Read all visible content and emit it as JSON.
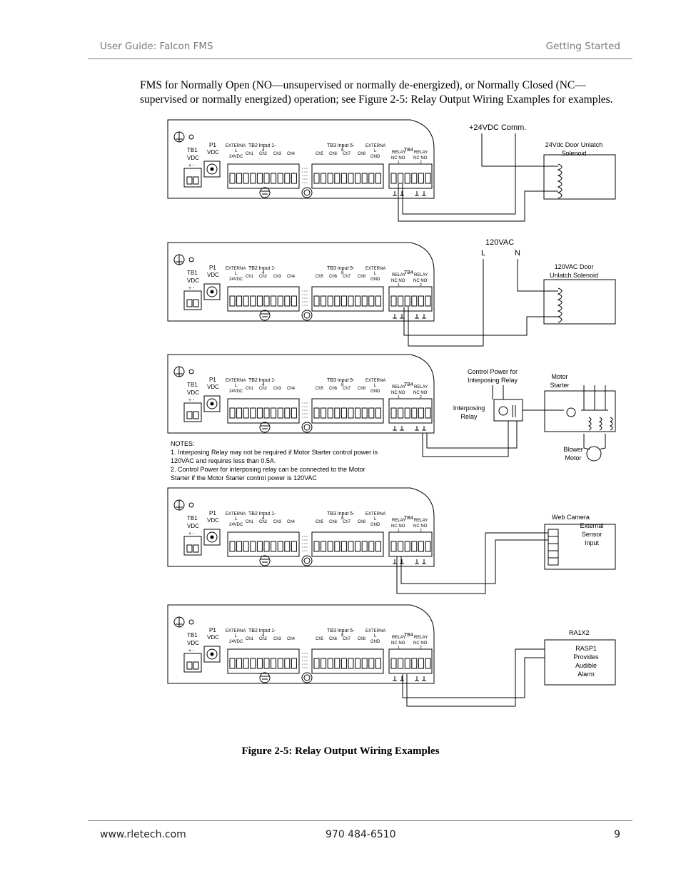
{
  "header": {
    "left": "User Guide: Falcon FMS",
    "right": "Getting Started"
  },
  "intro_text": "FMS for Normally Open (NO—unsupervised or normally de-energized), or Normally Closed (NC—supervised or normally energized) operation; see Figure 2-5: Relay Output Wiring Examples for examples.",
  "board_labels": {
    "tb1": "TB1",
    "vdc": "VDC",
    "p1": "P1",
    "plus_minus": "+  -",
    "external": "EXTERNA",
    "l": "L",
    "vdc24": "24VDC",
    "tb2": "TB2 Input 1-",
    "four": "4",
    "ch1": "Ch1",
    "ch2": "Ch2",
    "ch3": "Ch3",
    "ch4": "Ch4",
    "tb3": "TB3 Input 5-",
    "eight": "8",
    "ch5": "Ch5",
    "ch6": "Ch6",
    "ch7": "Ch7",
    "ch8": "Ch8",
    "gnd": "GND",
    "tb4": "TB4",
    "relay": "RELAY",
    "nc_no": "NC NO",
    "one": "1",
    "two": "2"
  },
  "examples": [
    {
      "supply": "+24VDC  Comm.",
      "device": "24Vdc Door Unlatch Solenoid"
    },
    {
      "supply": "120VAC",
      "supply_l": "L",
      "supply_n": "N",
      "device": "120VAC Door Unlatch Solenoid"
    },
    {
      "control_power": "Control Power for Interposing Relay",
      "interposing": "Interposing Relay",
      "motor_starter": "Motor Starter",
      "blower": "Blower Motor",
      "notes": [
        "NOTES:",
        "1.   Interposing Relay may not be required if Motor Starter control power is",
        "120VAC and requires less than 0.5A.",
        "2.   Control Power for interposing relay can be connected to the Motor",
        "Starter if the Motor Starter control power is 120VAC"
      ]
    },
    {
      "device_title": "Web Camera",
      "device": "External Sensor Input"
    },
    {
      "device_title": "RA1X2",
      "device": "RASP1 Provides Audible Alarm"
    }
  ],
  "caption": "Figure 2-5: Relay Output Wiring Examples",
  "footer": {
    "website": "www.rletech.com",
    "phone": "970 484-6510",
    "page": "9"
  }
}
